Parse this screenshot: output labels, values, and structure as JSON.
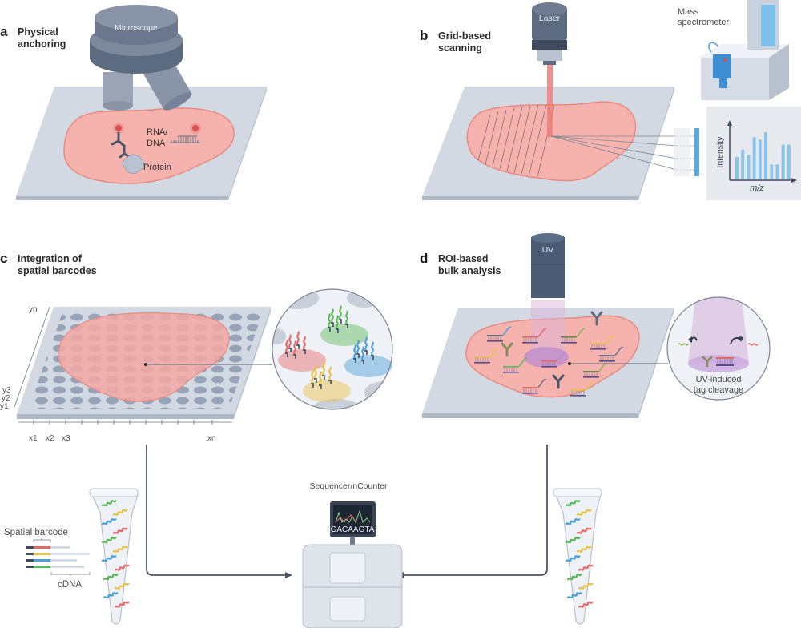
{
  "panels": [
    {
      "letter": "a",
      "title_line1": "Physical",
      "title_line2": "anchoring",
      "labels": {
        "instrument": "Microscope",
        "rna_dna_1": "RNA/",
        "rna_dna_2": "DNA",
        "protein": "Protein"
      }
    },
    {
      "letter": "b",
      "title_line1": "Grid-based",
      "title_line2": "scanning",
      "labels": {
        "instrument": "Laser",
        "mass_spec_1": "Mass",
        "mass_spec_2": "spectrometer",
        "y_axis": "Intensity",
        "x_axis": "m/z"
      }
    },
    {
      "letter": "c",
      "title_line1": "Integration of",
      "title_line2": "spatial barcodes",
      "labels": {
        "y_n": "yn",
        "y_3": "y3",
        "y_2": "y2",
        "y_1": "y1",
        "x_1": "x1",
        "x_2": "x2",
        "x_3": "x3",
        "x_n": "xn"
      }
    },
    {
      "letter": "d",
      "title_line1": "ROI-based",
      "title_line2": "bulk analysis",
      "labels": {
        "instrument": "UV",
        "cleavage_1": "UV-induced",
        "cleavage_2": "tag cleavage"
      }
    }
  ],
  "bottom": {
    "spatial_barcode": "Spatial barcode",
    "cdna": "cDNA",
    "sequencer": "Sequencer/nCounter",
    "screen_sequence": "GACAAGTA"
  },
  "spectrum_relative_heights": [
    0.45,
    0.6,
    0.5,
    0.85,
    0.8,
    0.95,
    0.3,
    0.3,
    0.7,
    0.7
  ],
  "colors": {
    "tissue": "#f6b3ad",
    "tissue_edge": "#e88a84",
    "slide": "#d3d9e2",
    "slide_edge": "#aeb7c4",
    "instrument": "#5d6b80",
    "instrument_dark": "#3f4a5c",
    "laser": "#ee7b78",
    "uv": "#d9b6d9",
    "barcode_red": "#e46a6a",
    "barcode_green": "#5cb85c",
    "barcode_blue": "#4a9fd9",
    "barcode_yellow": "#e8c24a",
    "spectrum_bar": "#8cc3ea"
  }
}
